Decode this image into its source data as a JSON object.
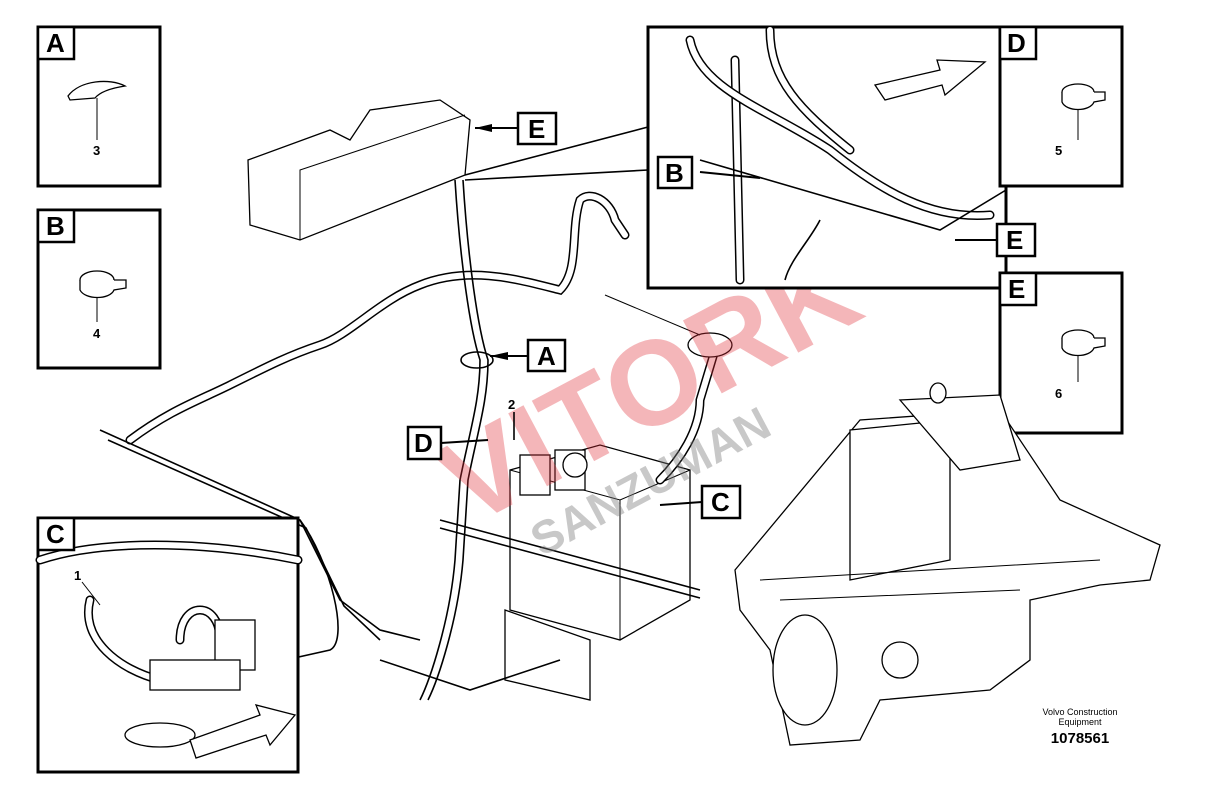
{
  "callouts": {
    "A": "A",
    "B": "B",
    "C": "C",
    "D": "D",
    "E": "E"
  },
  "detail_boxes": [
    {
      "letter": "A",
      "part_number": "3",
      "part": "cable-tie"
    },
    {
      "letter": "B",
      "part_number": "4",
      "part": "hose-clamp"
    },
    {
      "letter": "D",
      "part_number": "5",
      "part": "hose-clamp"
    },
    {
      "letter": "E",
      "part_number": "6",
      "part": "hose-clamp"
    },
    {
      "letter": "C",
      "part_number": "1",
      "part": "heater-valve-assembly"
    }
  ],
  "main_part_number": "2",
  "watermark": {
    "line1": "VITORK",
    "line2": "SANZUMAN"
  },
  "credit": {
    "line1": "Volvo Construction",
    "line2": "Equipment",
    "doc_number": "1078561"
  }
}
